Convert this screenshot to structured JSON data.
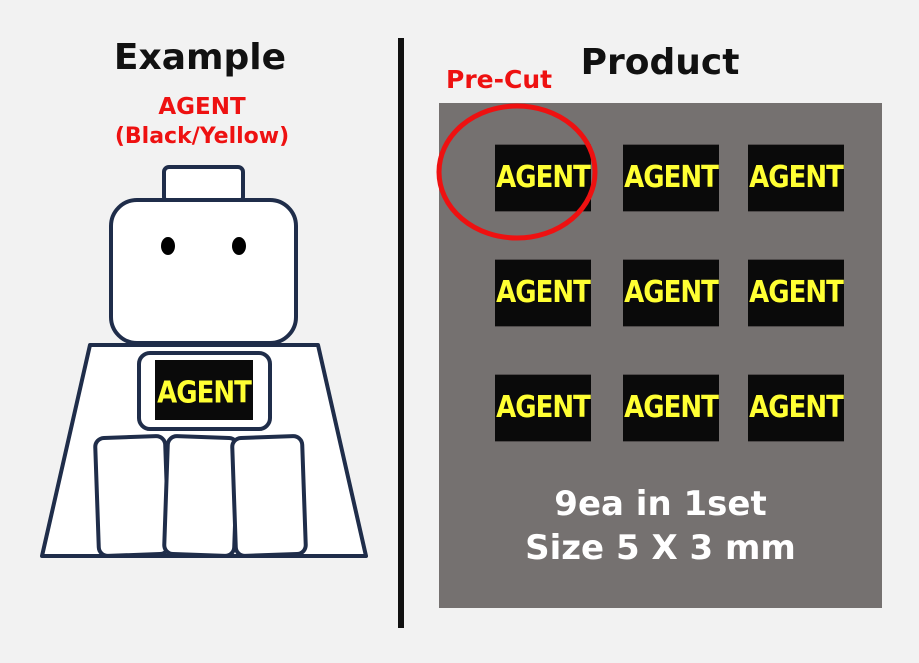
{
  "example": {
    "title": "Example",
    "label_line1": "AGENT",
    "label_line2": "(Black/Yellow)",
    "badge_text": "AGENT"
  },
  "product": {
    "title": "Product",
    "precut_label": "Pre-Cut",
    "tags": [
      "AGENT",
      "AGENT",
      "AGENT",
      "AGENT",
      "AGENT",
      "AGENT",
      "AGENT",
      "AGENT",
      "AGENT"
    ],
    "info_line1": "9ea in 1set",
    "info_line2": "Size 5 X 3 mm"
  },
  "colors": {
    "tag_background": "#0a0a0a",
    "tag_text": "#ffff33",
    "panel": "#757170",
    "accent_red": "#ee1111",
    "outline": "#1f2d4a"
  }
}
